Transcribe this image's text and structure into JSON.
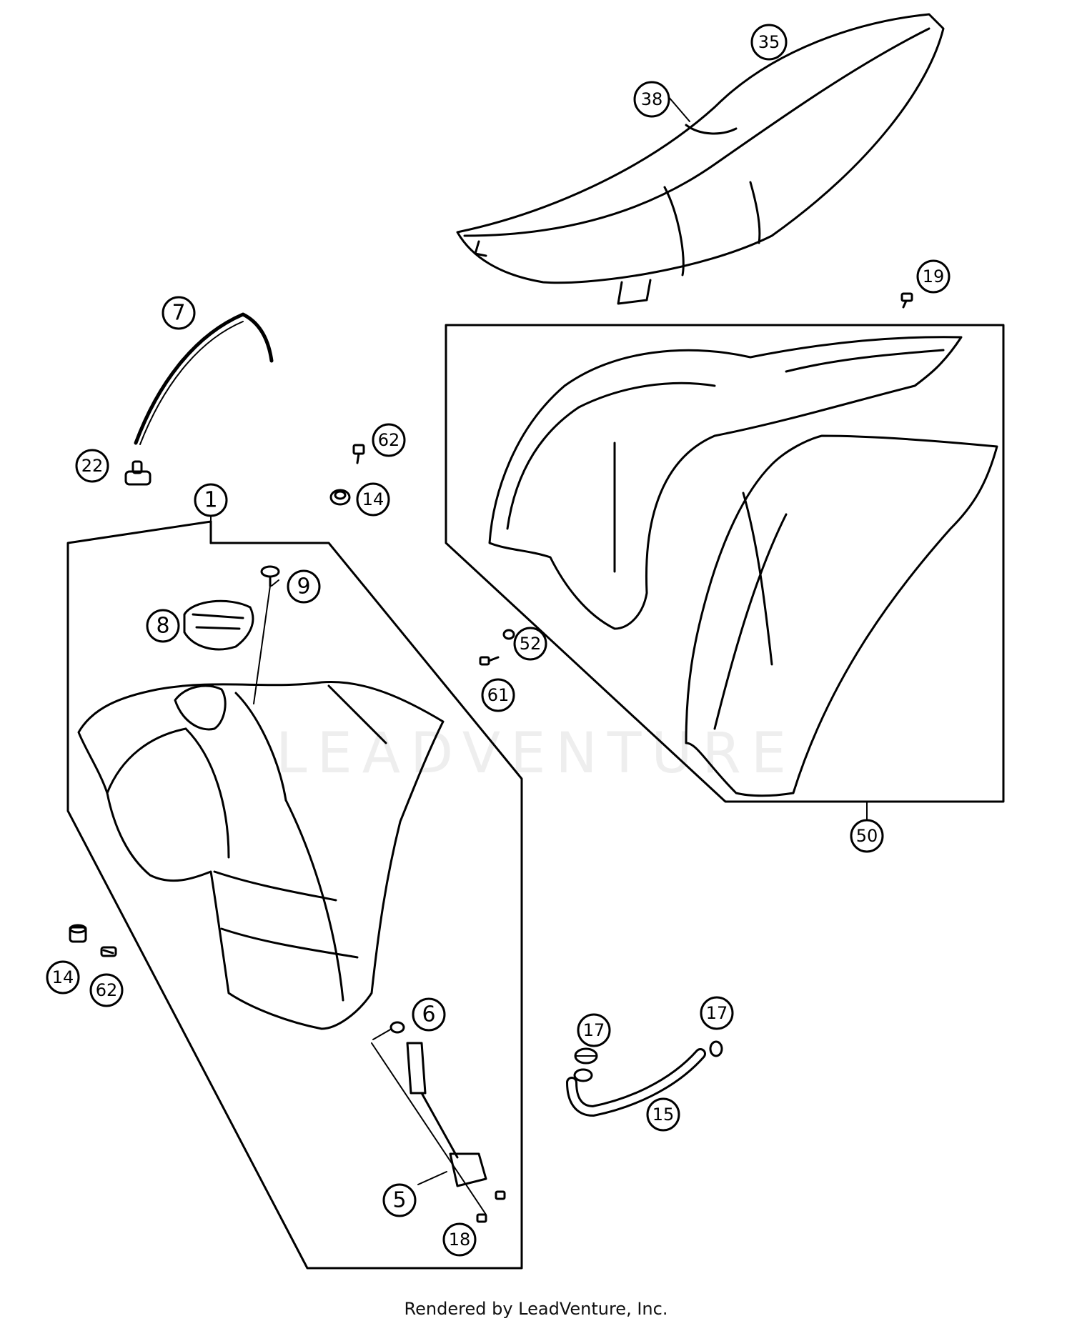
{
  "callouts": [
    {
      "id": "c35",
      "text": "35"
    },
    {
      "id": "c38",
      "text": "38"
    },
    {
      "id": "c19",
      "text": "19"
    },
    {
      "id": "c7",
      "text": "7"
    },
    {
      "id": "c22",
      "text": "22"
    },
    {
      "id": "c62a",
      "text": "62"
    },
    {
      "id": "c14a",
      "text": "14"
    },
    {
      "id": "c1",
      "text": "1"
    },
    {
      "id": "c9",
      "text": "9"
    },
    {
      "id": "c8",
      "text": "8"
    },
    {
      "id": "c52",
      "text": "52"
    },
    {
      "id": "c61",
      "text": "61"
    },
    {
      "id": "c50",
      "text": "50"
    },
    {
      "id": "c14b",
      "text": "14"
    },
    {
      "id": "c62b",
      "text": "62"
    },
    {
      "id": "c6",
      "text": "6"
    },
    {
      "id": "c17a",
      "text": "17"
    },
    {
      "id": "c17b",
      "text": "17"
    },
    {
      "id": "c15",
      "text": "15"
    },
    {
      "id": "c5",
      "text": "5"
    },
    {
      "id": "c18",
      "text": "18"
    }
  ],
  "watermark": "LEADVENTURE",
  "footer": "Rendered by LeadVenture, Inc.",
  "colors": {
    "line": "#000000",
    "background": "#ffffff"
  }
}
